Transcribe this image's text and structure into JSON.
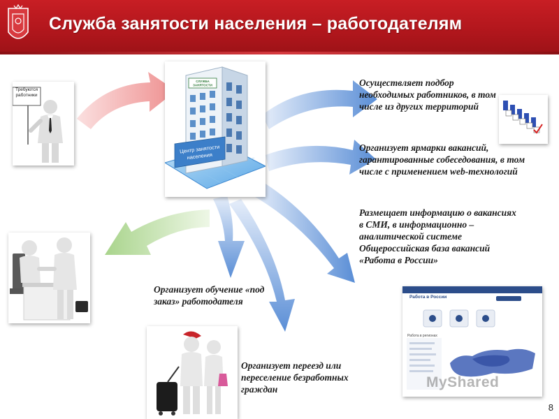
{
  "header": {
    "title": "Служба занятости населения – работодателям"
  },
  "center": {
    "building_sign": "Центр занятости населения",
    "roof_sign": "СЛУЖБА ЗАНЯТОСТИ"
  },
  "employer": {
    "sign_text": "Требуются работники"
  },
  "services": {
    "selection": "Осуществляет подбор необходимых работников, в том числе из других территорий",
    "fairs": "Организует ярмарки вакансий, гарантированные собеседования, в том числе с применением web-технологий",
    "media": "Размещает информацию о вакансиях в СМИ, в информационно – аналитической системе Общероссийская база вакансий «Работа в России»",
    "training": "Организует обучение «под заказ» работодателя",
    "relocation": "Организует переезд или переселение безработных граждан"
  },
  "portal": {
    "title": "Работа в России",
    "regions_label": "Работа в регионах"
  },
  "watermark": "MyShared",
  "page_number": "8",
  "colors": {
    "header_red": "#b0161c",
    "arrow_blue": "#5b8fd6",
    "arrow_pink": "#f09a9a",
    "arrow_green": "#b9dca0"
  }
}
